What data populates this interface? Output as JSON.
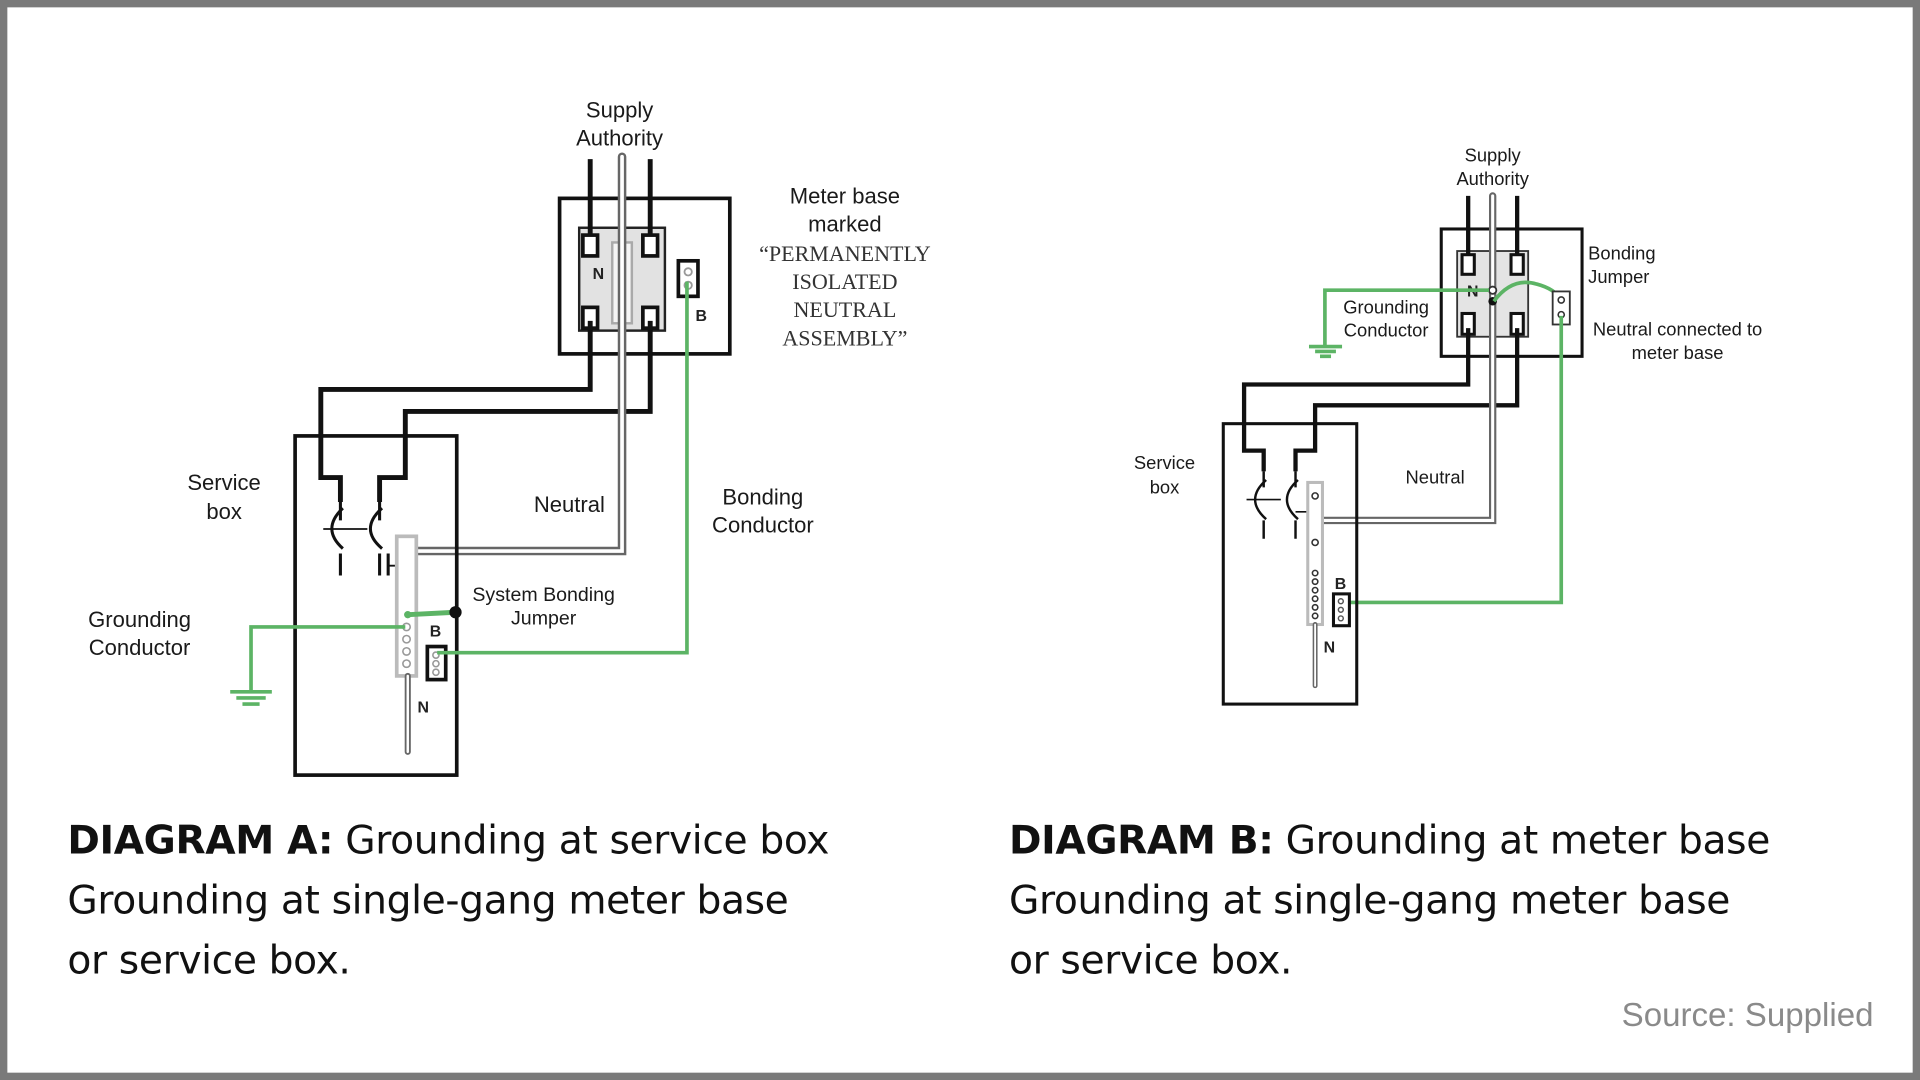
{
  "diagram_a": {
    "supply_line1": "Supply",
    "supply_line2": "Authority",
    "meter_line1": "Meter base",
    "meter_line2": "marked",
    "meter_line3": "“PERMANENTLY",
    "meter_line4": "ISOLATED",
    "meter_line5": "NEUTRAL",
    "meter_line6": "ASSEMBLY”",
    "service_line1": "Service",
    "service_line2": "box",
    "neutral": "Neutral",
    "bonding_line1": "Bonding",
    "bonding_line2": "Conductor",
    "sbj_line1": "System Bonding",
    "sbj_line2": "Jumper",
    "grounding_line1": "Grounding",
    "grounding_line2": "Conductor",
    "terminal_n": "N",
    "terminal_b": "B"
  },
  "diagram_b": {
    "supply_line1": "Supply",
    "supply_line2": "Authority",
    "bonding_line1": "Bonding",
    "bonding_line2": "Jumper",
    "grounding_line1": "Grounding",
    "grounding_line2": "Conductor",
    "ncm_line1": "Neutral connected to",
    "ncm_line2": "meter base",
    "service_line1": "Service",
    "service_line2": "box",
    "neutral": "Neutral",
    "terminal_n": "N",
    "terminal_b": "B"
  },
  "captions": {
    "a_bold": "DIAGRAM A:",
    "a_title": " Grounding at service box",
    "a_line2": "Grounding at single-gang meter base",
    "a_line3": "or service box.",
    "b_bold": "DIAGRAM B:",
    "b_title": " Grounding at meter base",
    "b_line2": "Grounding at single-gang meter base",
    "b_line3": "or service box."
  },
  "source": "Source: Supplied",
  "colors": {
    "green": "#5cb465",
    "wire": "#111111",
    "frame": "#7a7a7a"
  }
}
